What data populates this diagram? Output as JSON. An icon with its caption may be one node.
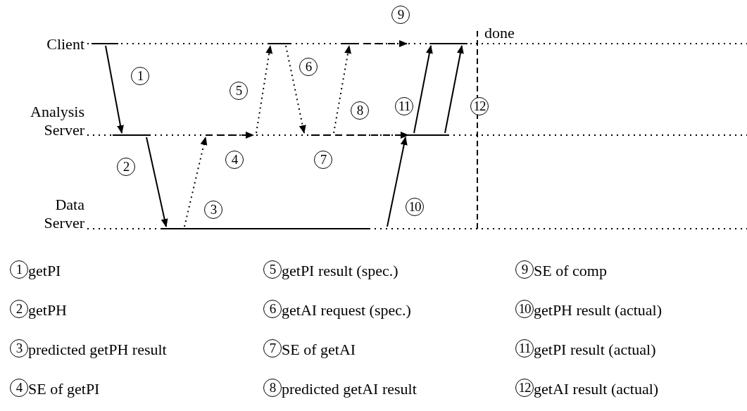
{
  "diagram": {
    "nodes": [
      {
        "text": [
          "Client"
        ]
      },
      {
        "text": [
          "Analysis Server"
        ]
      },
      {
        "text": [
          "Data Server"
        ]
      }
    ],
    "edges": [
      {
        "from": 0,
        "to": 1,
        "arrow": "to",
        "label": "1"
      },
      {
        "from": 1,
        "to": 2,
        "arrow": "to",
        "label": "2"
      },
      {
        "from": 2,
        "to": 1,
        "arrow": "to",
        "label": "3",
        "style": "dashed"
      },
      {
        "from": 1,
        "to": 1,
        "arrow": "to",
        "label": "4",
        "style": "dashed"
      },
      {
        "from": 1,
        "to": 0,
        "arrow": "to",
        "label": "5",
        "style": "dashed"
      },
      {
        "from": 0,
        "to": 1,
        "arrow": "to",
        "label": "6",
        "style": "dashed"
      },
      {
        "from": 1,
        "to": 1,
        "arrow": "to",
        "label": "7",
        "style": "dashed"
      },
      {
        "from": 1,
        "to": 0,
        "arrow": "to",
        "label": "8",
        "style": "dashed"
      },
      {
        "from": 0,
        "to": 0,
        "arrow": "to",
        "label": "9",
        "style": "dashed"
      },
      {
        "from": 2,
        "to": 1,
        "arrow": "to",
        "label": "10"
      },
      {
        "from": 1,
        "to": 0,
        "arrow": "to",
        "label": "11"
      },
      {
        "from": 1,
        "to": 0,
        "arrow": "to",
        "label": "12"
      }
    ],
    "labels": [
      "done",
      "1",
      "getPI",
      "5",
      "getPI result (spec.)",
      "9",
      "SE of comp",
      "2",
      "getPH",
      "6",
      "getAI request (spec.)",
      "10",
      "getPH result (actual)",
      "3",
      "predicted getPH result",
      "7",
      "SE of getAI",
      "11",
      "getPI result (actual)",
      "4",
      "SE of getPI",
      "8",
      "predicted getAI result",
      "12",
      "getAI result (actual)"
    ]
  }
}
